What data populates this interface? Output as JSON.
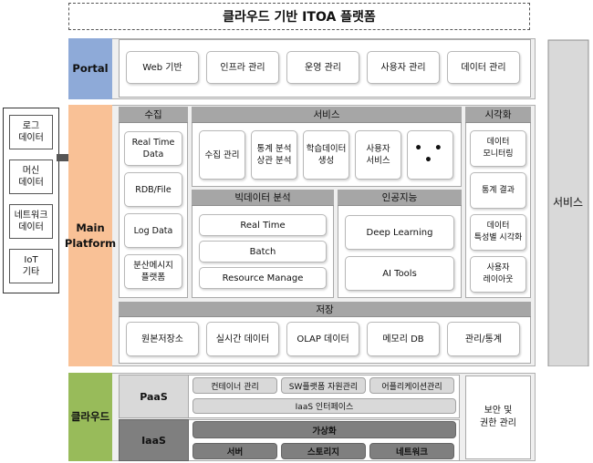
{
  "title": "클라우드 기반 ITOA 플랫폼",
  "layers": {
    "portal": "Portal",
    "main": "Main Platform",
    "cloud": "클라우드"
  },
  "portal_items": [
    "Web 기반",
    "인프라 관리",
    "운영 관리",
    "사용자 관리",
    "데이터 관리"
  ],
  "sources": [
    "로그\n데이터",
    "머신\n데이터",
    "네트워크\n데이터",
    "IoT\n기타"
  ],
  "collect": {
    "title": "수집",
    "items": [
      "Real Time\nData",
      "RDB/File",
      "Log Data",
      "분산메시지\n플랫폼"
    ]
  },
  "service": {
    "title": "서비스",
    "items": [
      "수집 관리",
      "통계 분석\n상관 분석",
      "학습데이터\n생성",
      "사용자\n서비스",
      "• • •"
    ]
  },
  "bigdata": {
    "title": "빅데이터 분석",
    "items": [
      "Real Time",
      "Batch",
      "Resource Manage"
    ]
  },
  "ai": {
    "title": "인공지능",
    "items": [
      "Deep Learning",
      "AI Tools"
    ]
  },
  "visual": {
    "title": "시각화",
    "items": [
      "데이터\n모니터링",
      "통계 결과",
      "데이터\n특성별 시각화",
      "사용자\n레이아웃"
    ]
  },
  "storage": {
    "title": "저장",
    "items": [
      "원본저장소",
      "실시간 데이터",
      "OLAP 데이터",
      "메모리 DB",
      "관리/통계"
    ]
  },
  "right_service": "서비스",
  "paas": {
    "label": "PaaS",
    "row1": [
      "컨테이너 관리",
      "SW플랫폼 자원관리",
      "어플리케이션관리"
    ],
    "row2": "IaaS 인터페이스"
  },
  "iaas": {
    "label": "IaaS",
    "row1": "가상화",
    "row2": [
      "서버",
      "스토리지",
      "네트워크"
    ]
  },
  "security": "보안 및\n권한 관리",
  "colors": {
    "portal": "#8eaad8",
    "main": "#f9c196",
    "cloud": "#98bb5a",
    "band": "#efefef",
    "header": "#a6a6a6",
    "service_arrow": "#d9d9d9"
  }
}
